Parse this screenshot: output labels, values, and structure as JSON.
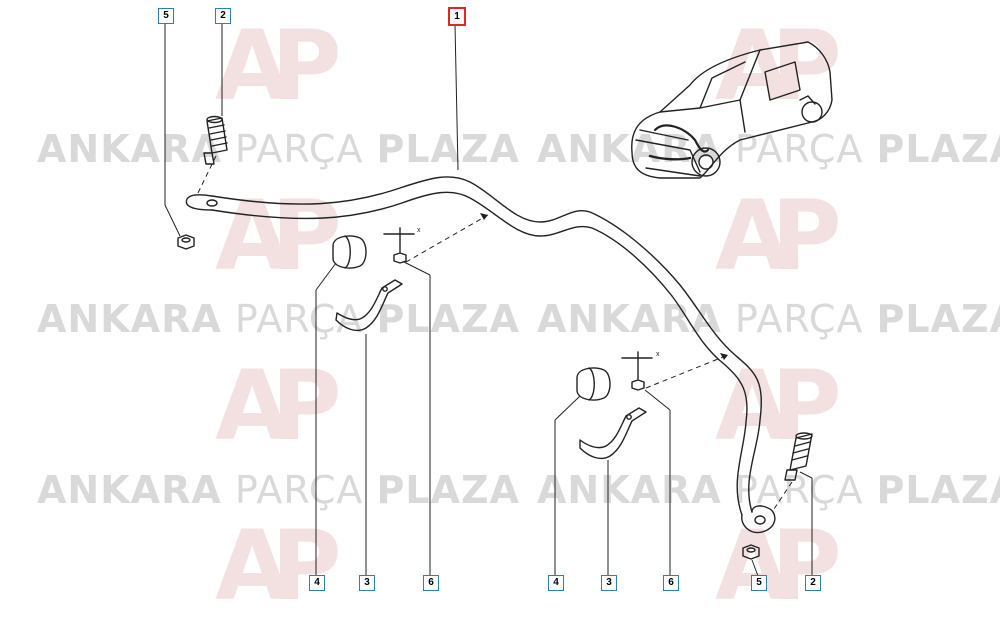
{
  "watermark": {
    "brand_bold": "ANKARA",
    "brand_light": "PARÇA",
    "brand_bold2": "PLAZA",
    "logo_text": "AP"
  },
  "callouts": {
    "main": "1",
    "left": {
      "nut": "5",
      "boot": "2",
      "bushing": "4",
      "bracket": "3",
      "bolt": "6"
    },
    "right": {
      "bushing": "4",
      "bracket": "3",
      "bolt": "6",
      "nut": "5",
      "boot": "2"
    }
  },
  "fastener_axis_label": "x",
  "colors": {
    "line": "#222222",
    "callout_border": "#2b7fb8",
    "main_callout_border": "#e0262b",
    "watermark_text": "#d9d9d9",
    "watermark_logo": "#f3e1e1"
  }
}
